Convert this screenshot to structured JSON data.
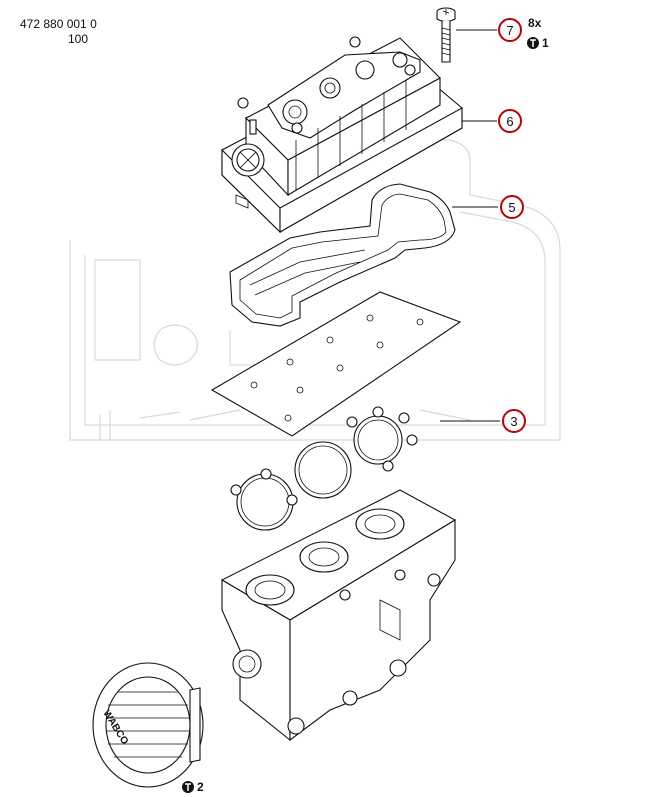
{
  "header": {
    "part_number": "472 880 001 0",
    "revision": "100"
  },
  "callouts": [
    {
      "num": "7",
      "qty": "8x",
      "torque": "1"
    },
    {
      "num": "6"
    },
    {
      "num": "5"
    },
    {
      "num": "3"
    }
  ],
  "bottom_torque": "2",
  "brand_text": "WABCO",
  "highlight_color": "#c00000"
}
